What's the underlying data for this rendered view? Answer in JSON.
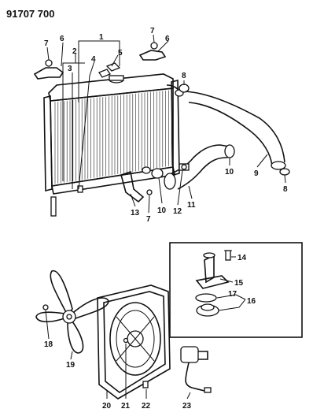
{
  "header": {
    "part_number": "91707 700"
  },
  "callouts": [
    "1",
    "2",
    "3",
    "4",
    "5",
    "6",
    "6",
    "7",
    "7",
    "7",
    "8",
    "8",
    "9",
    "10",
    "10",
    "11",
    "12",
    "13",
    "14",
    "15",
    "16",
    "17",
    "18",
    "19",
    "20",
    "21",
    "22",
    "23"
  ]
}
